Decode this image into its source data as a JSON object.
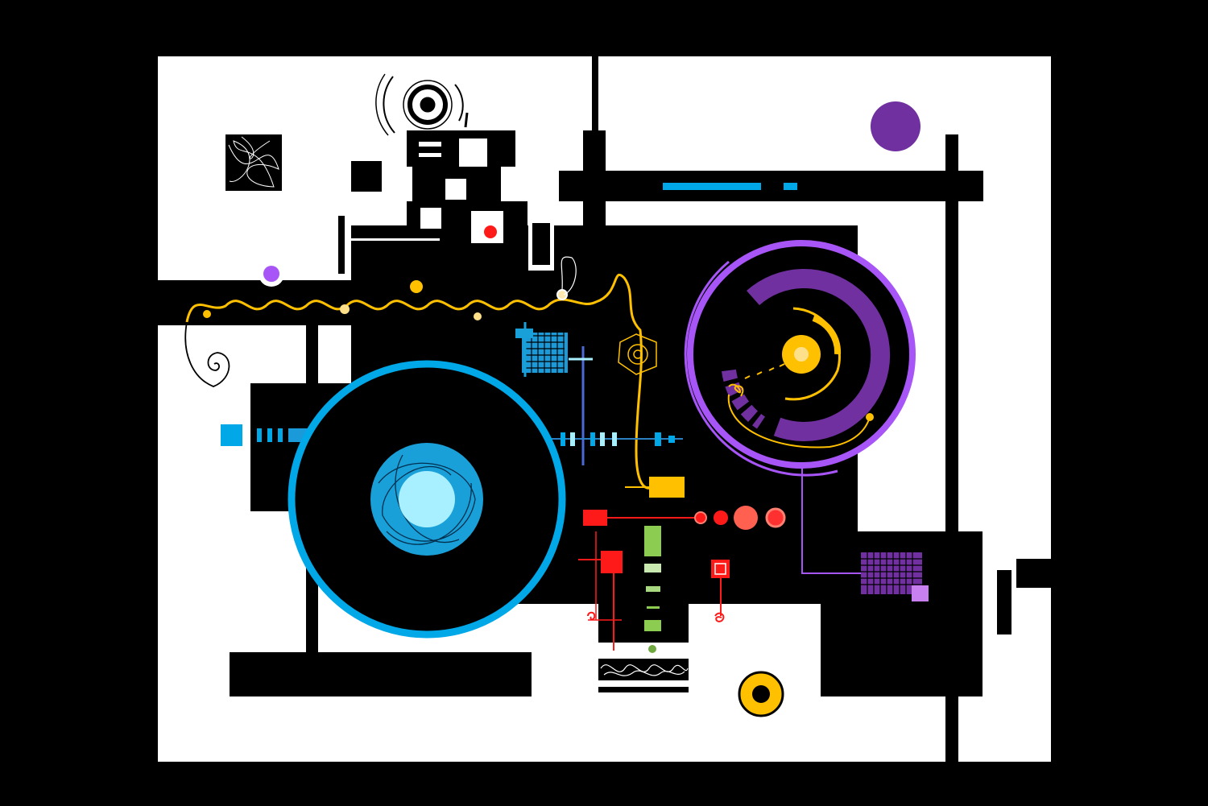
{
  "artwork": {
    "palette": {
      "background": "#000000",
      "canvas": "#ffffff",
      "blue": "#00a8e8",
      "light_cyan": "#a8f0ff",
      "purple_dark": "#7030a0",
      "purple_light": "#a855f7",
      "yellow": "#ffc000",
      "red": "#ff1a1a",
      "salmon": "#ff6050",
      "green": "#8ccc50"
    },
    "icons": [
      "concentric-target",
      "scribble-square",
      "spiral",
      "grid-square"
    ]
  }
}
